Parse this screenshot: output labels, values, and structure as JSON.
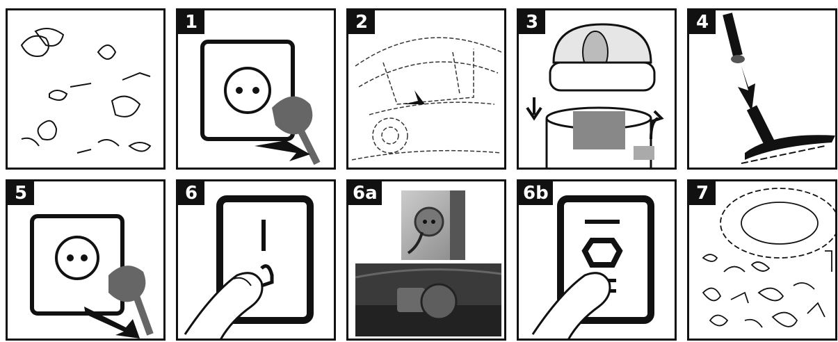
{
  "steps": [
    {
      "label": ""
    },
    {
      "label": "1"
    },
    {
      "label": "2"
    },
    {
      "label": "3"
    },
    {
      "label": "4"
    },
    {
      "label": "5"
    },
    {
      "label": "6"
    },
    {
      "label": "6a"
    },
    {
      "label": "6b"
    },
    {
      "label": "7"
    }
  ],
  "switch_on": {
    "top_symbol": "I",
    "bottom_symbol": "O"
  },
  "switch_off": {
    "top_symbol": "—",
    "middle_symbol": "O",
    "bottom_symbol": "="
  },
  "icons": [
    "debris-icon",
    "wall-socket-icon",
    "filter-icon",
    "container-icon",
    "hose-icon",
    "finger-icon",
    "power-switch-icon",
    "socket-photo-icon"
  ]
}
